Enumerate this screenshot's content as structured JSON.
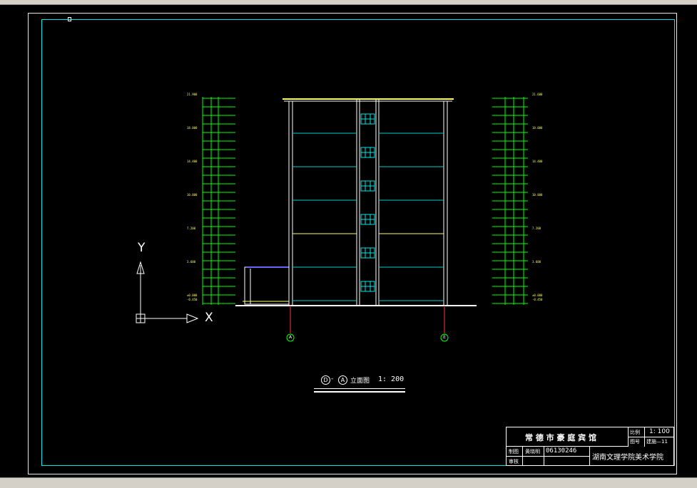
{
  "drawing": {
    "caption": {
      "axis_start": "D",
      "dash": "-",
      "axis_end": "A",
      "view_name": "立面图",
      "scale": "1: 200"
    },
    "grid_axes": [
      "A",
      "E"
    ],
    "elevations_left": [
      "21.900",
      "18.000",
      "14.400",
      "10.800",
      "7.200",
      "3.600",
      "±0.000",
      "-0.450"
    ],
    "elevations_right": [
      "21.600",
      "18.000",
      "14.400",
      "10.800",
      "7.200",
      "3.600",
      "±0.000",
      "-0.450"
    ],
    "ucs": {
      "x_label": "X",
      "y_label": "Y"
    }
  },
  "titleblock": {
    "project": "常 德 市 豪 庭 宾 馆",
    "scale_label": "比例",
    "scale_value": "1: 100",
    "drawing_no_label": "图号",
    "drawing_no_value": "建施—11",
    "drawn_by_label": "制图",
    "drawn_by_name": "黄晓明",
    "student_id": "06130246",
    "reviewer_label": "审核",
    "school": "湖南文理学院美术学院"
  },
  "colors": {
    "background": "#000000",
    "frame_cyan": "#00e5e5",
    "dimension_green": "#00ff00",
    "text_yellow": "#ffff66",
    "line_white": "#ffffff",
    "floor_line": "#00cccc"
  }
}
